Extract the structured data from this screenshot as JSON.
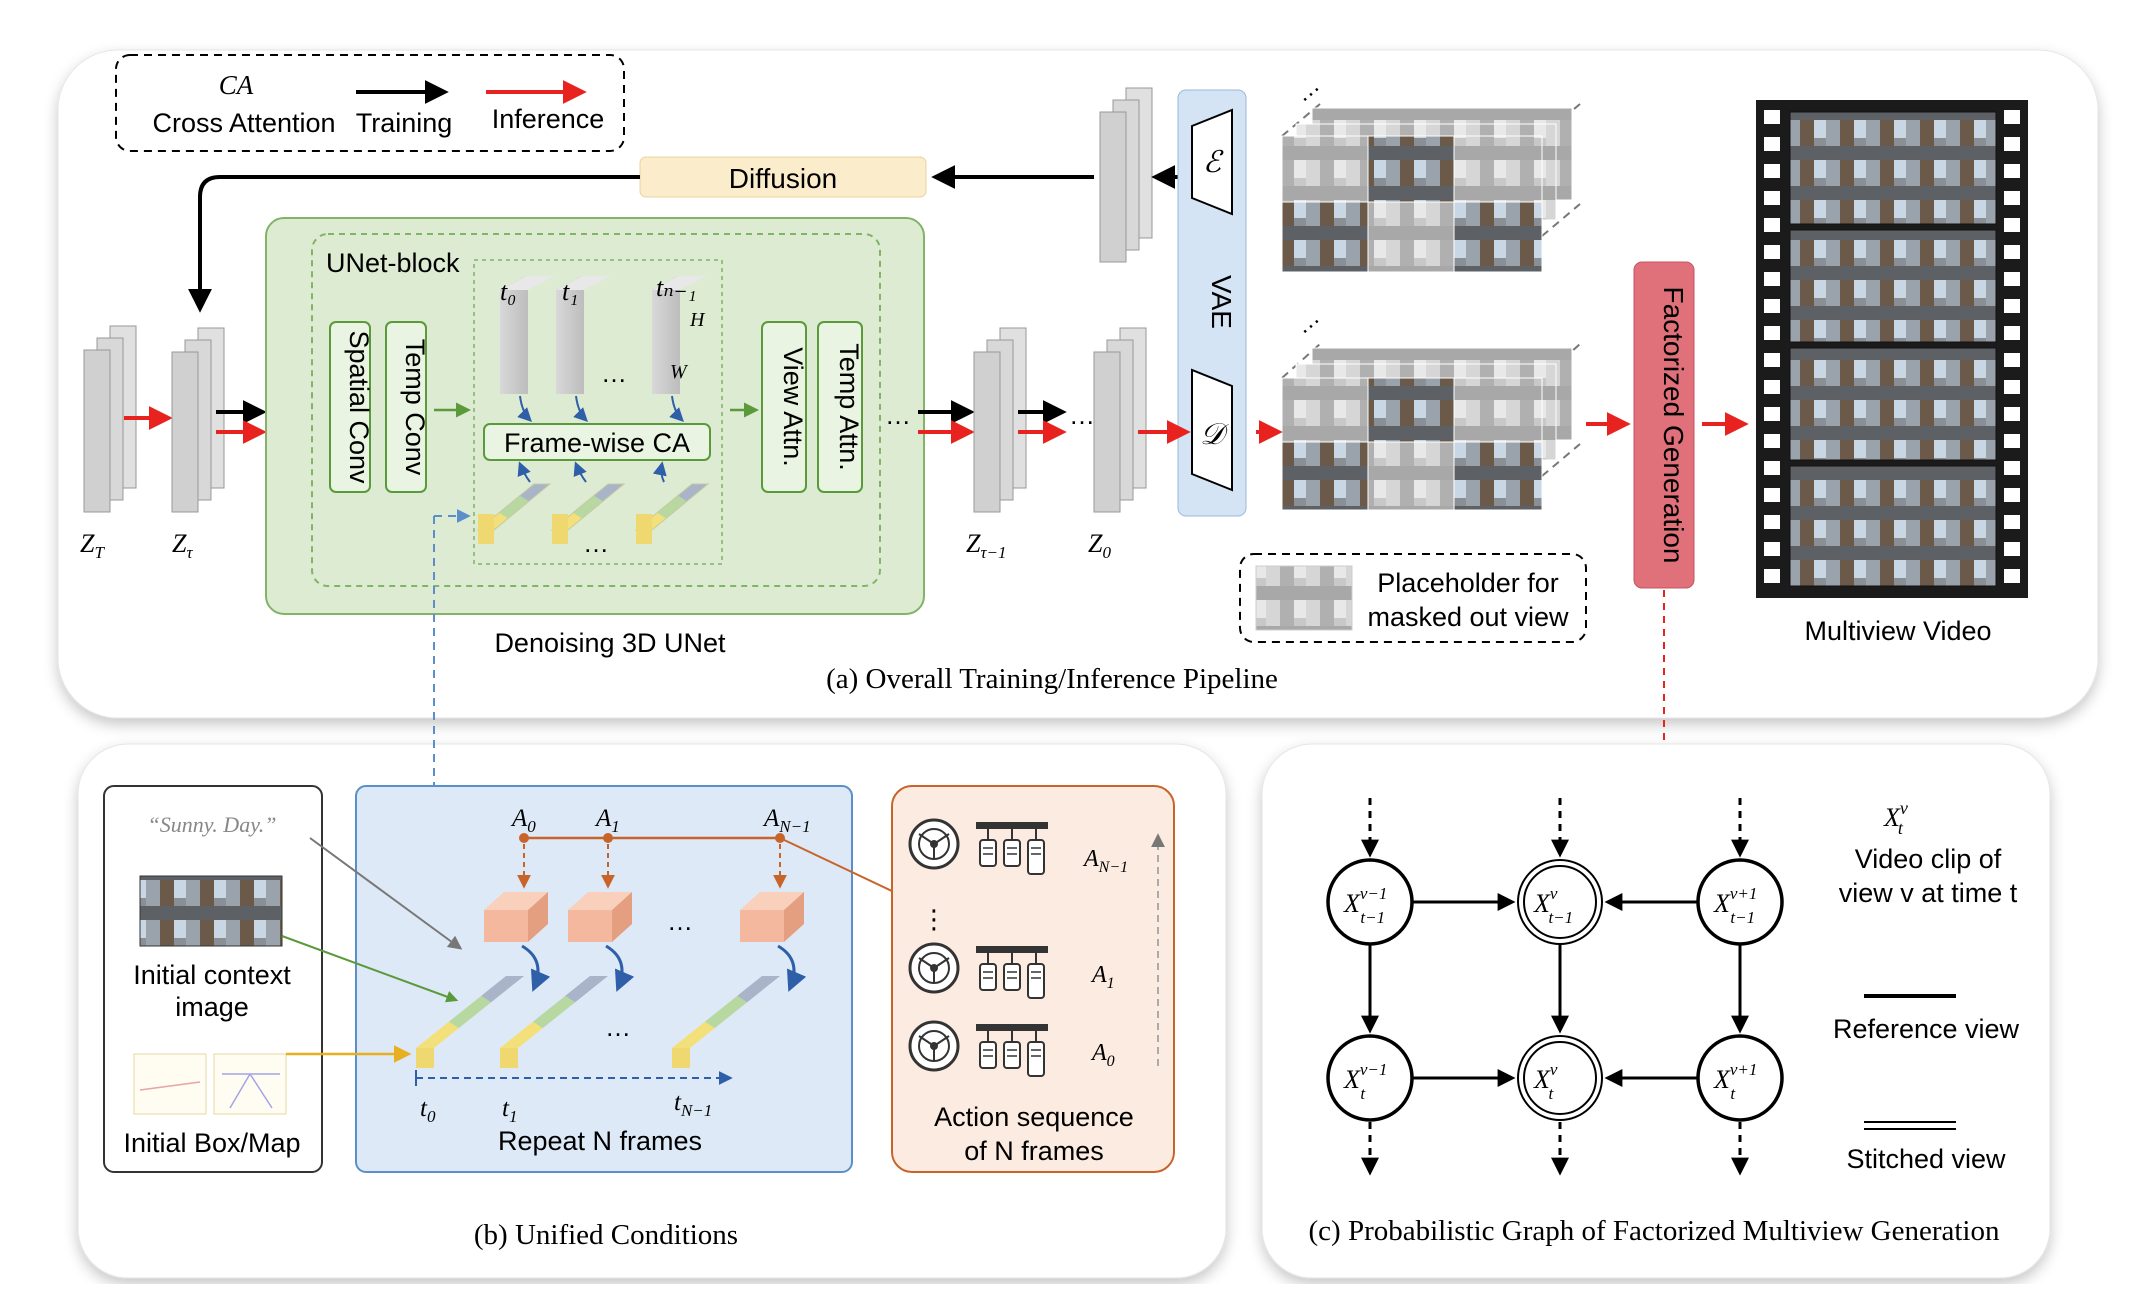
{
  "legend": {
    "ca_abbrev": "CA",
    "ca_full": "Cross Attention",
    "training": "Training",
    "inference": "Inference"
  },
  "colors": {
    "training_arrow": "#000000",
    "inference_arrow": "#e8231f",
    "unet_fill": "#dcebd2",
    "unet_border": "#82b366",
    "vae_fill": "#d5e4f5",
    "diffusion_fill": "#fbeccb",
    "factorized_fill": "#e0707a",
    "conditions_fill": "#dde9f7",
    "action_fill": "#fcebe0",
    "action_border": "#c8642a"
  },
  "pipeline": {
    "diffusion": "Diffusion",
    "unet_block": "UNet-block",
    "spatial_conv": "Spatial Conv",
    "temp_conv": "Temp Conv",
    "frame_ca": "Frame-wise CA",
    "view_attn": "View Attn.",
    "temp_attn": "Temp Attn.",
    "vae": "VAE",
    "encoder": "ℰ",
    "decoder": "𝒟",
    "t0": "t₀",
    "t1": "t₁",
    "tN1": "tₙ₋₁",
    "H": "H",
    "W": "W",
    "dots": "…",
    "zT": "Z",
    "zT_sub": "T",
    "ztau": "Z",
    "ztau_sub": "τ",
    "ztau1": "Z",
    "ztau1_sub": "τ−1",
    "z0": "Z",
    "z0_sub": "0",
    "denoising": "Denoising 3D UNet",
    "placeholder": [
      "Placeholder for",
      "masked out view"
    ],
    "factorized": "Factorized Generation",
    "multiview": "Multiview Video",
    "caption": "(a) Overall Training/Inference Pipeline"
  },
  "conditions": {
    "text_prompt": "“Sunny. Day.”",
    "context_image": [
      "Initial context",
      "image"
    ],
    "box_map": "Initial Box/Map",
    "a0": "A",
    "a0_sub": "0",
    "a1": "A",
    "a1_sub": "1",
    "aN1": "A",
    "aN1_sub": "N−1",
    "t0": "t",
    "t0_sub": "0",
    "t1": "t",
    "t1_sub": "1",
    "tN1": "t",
    "tN1_sub": "N−1",
    "repeat": "Repeat N frames",
    "action_a_n1": "A",
    "action_a_n1_sub": "N−1",
    "action_a1": "A",
    "action_a1_sub": "1",
    "action_a0": "A",
    "action_a0_sub": "0",
    "action_caption": [
      "Action sequence",
      "of N frames"
    ],
    "caption": "(b) Unified Conditions"
  },
  "graph": {
    "nodes": [
      {
        "id": "n00",
        "base": "X",
        "sup": "v−1",
        "sub": "t−1",
        "stitched": false
      },
      {
        "id": "n01",
        "base": "X",
        "sup": "v",
        "sub": "t−1",
        "stitched": true
      },
      {
        "id": "n02",
        "base": "X",
        "sup": "v+1",
        "sub": "t−1",
        "stitched": false
      },
      {
        "id": "n10",
        "base": "X",
        "sup": "v−1",
        "sub": "t",
        "stitched": false
      },
      {
        "id": "n11",
        "base": "X",
        "sup": "v",
        "sub": "t",
        "stitched": true
      },
      {
        "id": "n12",
        "base": "X",
        "sup": "v+1",
        "sub": "t",
        "stitched": false
      }
    ],
    "legend_symbol": "X",
    "legend_symbol_sup": "v",
    "legend_symbol_sub": "t",
    "legend_desc": [
      "Video clip of",
      "view v at time t"
    ],
    "reference_view": "Reference view",
    "stitched_view": "Stitched view",
    "caption": "(c) Probabilistic Graph of Factorized Multiview Generation"
  }
}
